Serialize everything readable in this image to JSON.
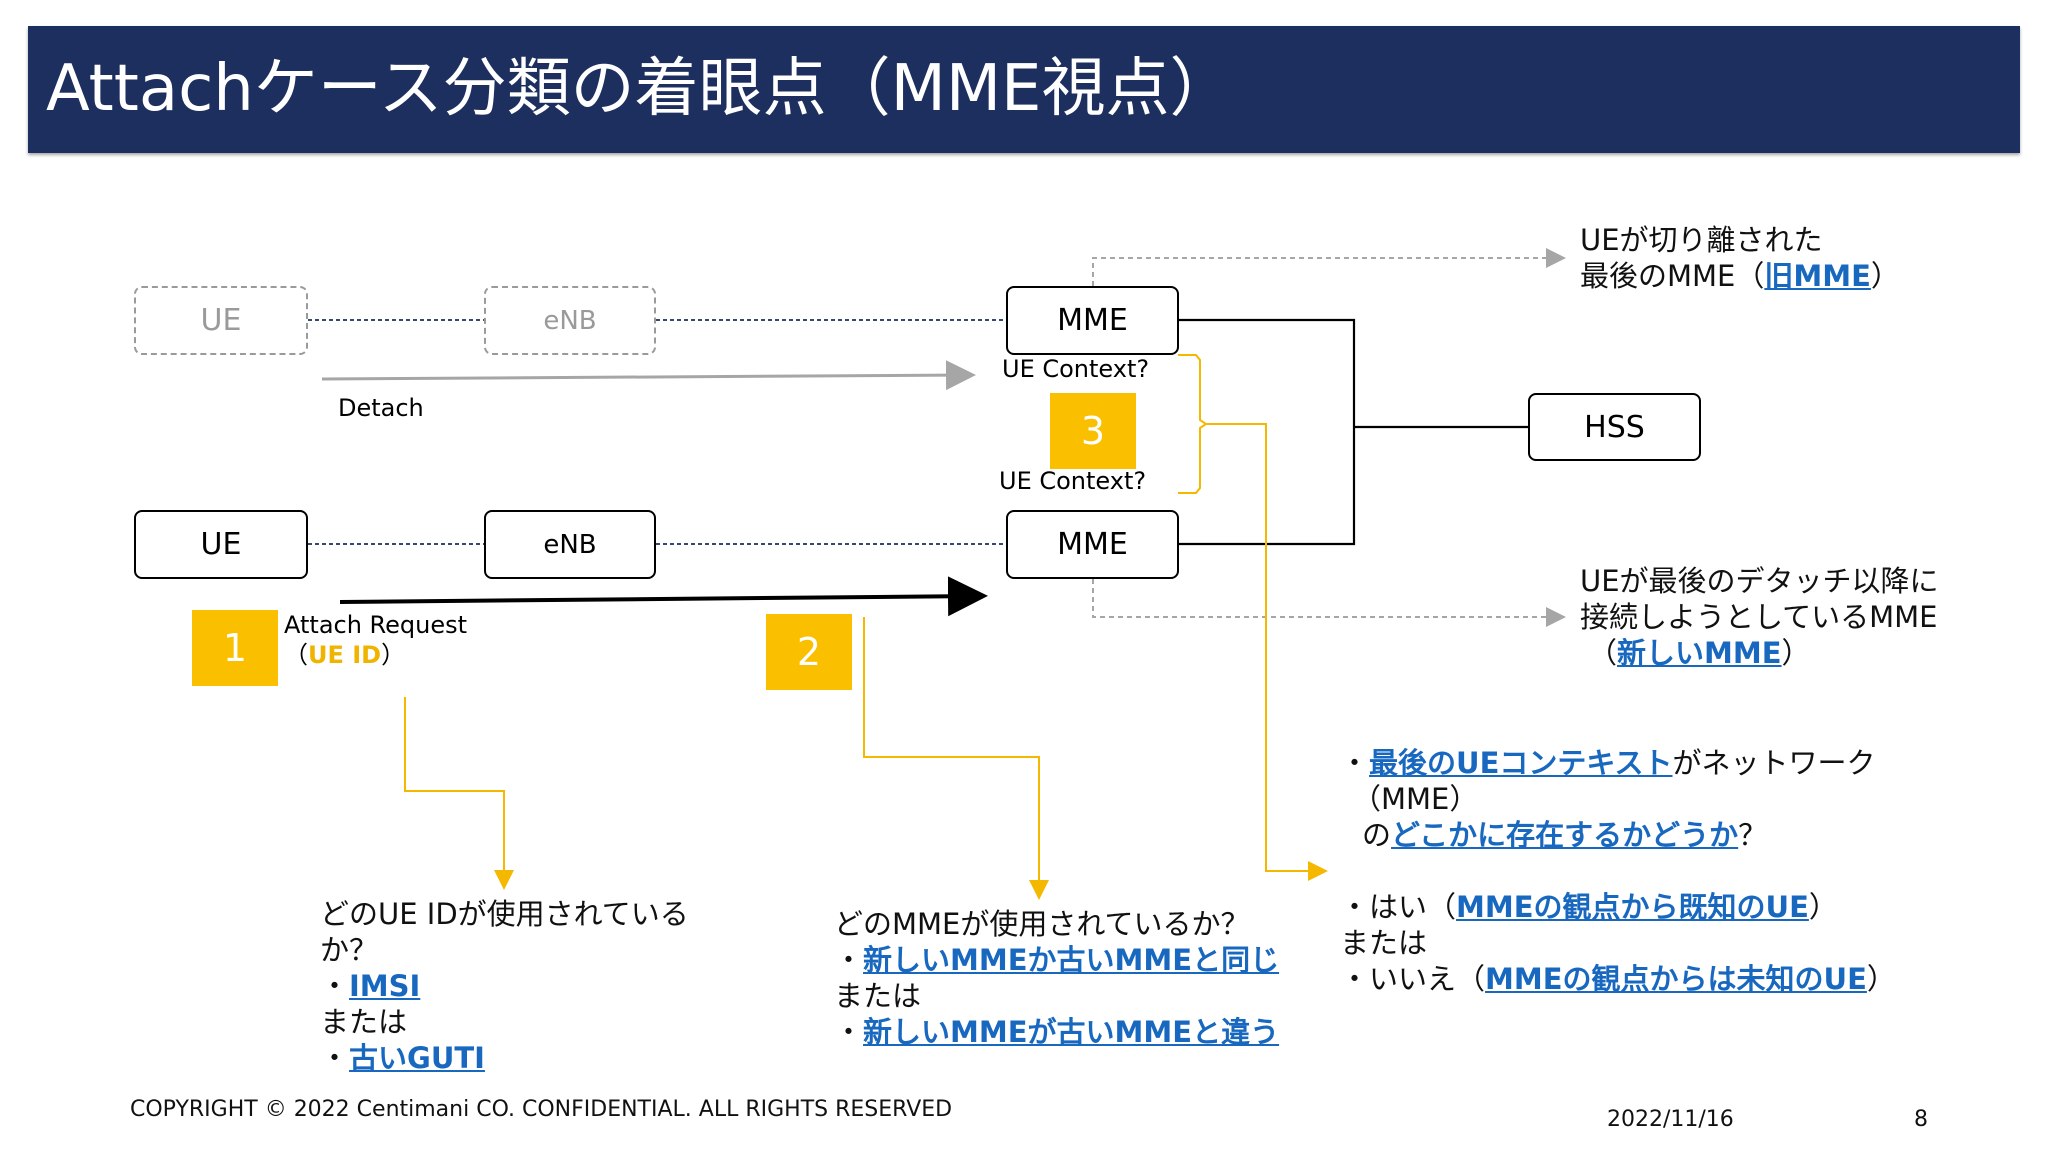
{
  "slide": {
    "title": "Attachケース分類の着眼点（MME視点）",
    "page_number": "8",
    "date": "2022/11/16",
    "copyright": "COPYRIGHT © 2022 Centimani CO. CONFIDENTIAL. ALL RIGHTS RESERVED"
  },
  "colors": {
    "title_bar": "#1d2f5e",
    "accent_yellow": "#fac000",
    "link_blue": "#1868c0",
    "faded_gray": "#9a9a9a"
  },
  "nodes": {
    "ue_old": "UE",
    "enb_old": "eNB",
    "mme_old": "MME",
    "hss": "HSS",
    "ue_new": "UE",
    "enb_new": "eNB",
    "mme_new": "MME"
  },
  "labels": {
    "detach": "Detach",
    "ue_context_top": "UE Context?",
    "ue_context_bottom": "UE Context?",
    "attach_request": "Attach Request",
    "attach_paren_open": "（",
    "attach_ue_id": "UE ID",
    "attach_paren_close": "）"
  },
  "markers": {
    "m1": "1",
    "m2": "2",
    "m3": "3"
  },
  "old_mme_note": {
    "line1": "UEが切り離された",
    "line2_pre": "最後のMME（",
    "line2_hl": "旧MME",
    "line2_post": "）"
  },
  "new_mme_note": {
    "line1": "UEが最後のデタッチ以降に",
    "line2": "接続しようとしているMME",
    "line3_pre": "（",
    "line3_hl": "新しいMME",
    "line3_post": "）"
  },
  "q1": {
    "line1": "どのUE IDが使用されている",
    "line2": "か？",
    "opt1_bullet": "・",
    "opt1": "IMSI",
    "or": "または",
    "opt2_bullet": "・",
    "opt2": "古いGUTI"
  },
  "q2": {
    "line1": "どのMMEが使用されているか？",
    "opt1_bullet": "・",
    "opt1": "新しいMMEか古いMMEと同じ",
    "or": "または",
    "opt2_bullet": "・",
    "opt2": "新しいMMEが古いMMEと違う"
  },
  "q3": {
    "l1_bullet": "・",
    "l1_hl": "最後のUEコンテキスト",
    "l1_post": "がネットワーク",
    "l2": "（MME）",
    "l3_pre": "の",
    "l3_hl": "どこかに存在するかどうか",
    "l3_post": "？",
    "yes_pre": "・はい（",
    "yes_hl": "MMEの観点から既知のUE",
    "yes_post": "）",
    "or": "または",
    "no_pre": "・いいえ（",
    "no_hl": "MMEの観点からは未知のUE",
    "no_post": "）"
  }
}
